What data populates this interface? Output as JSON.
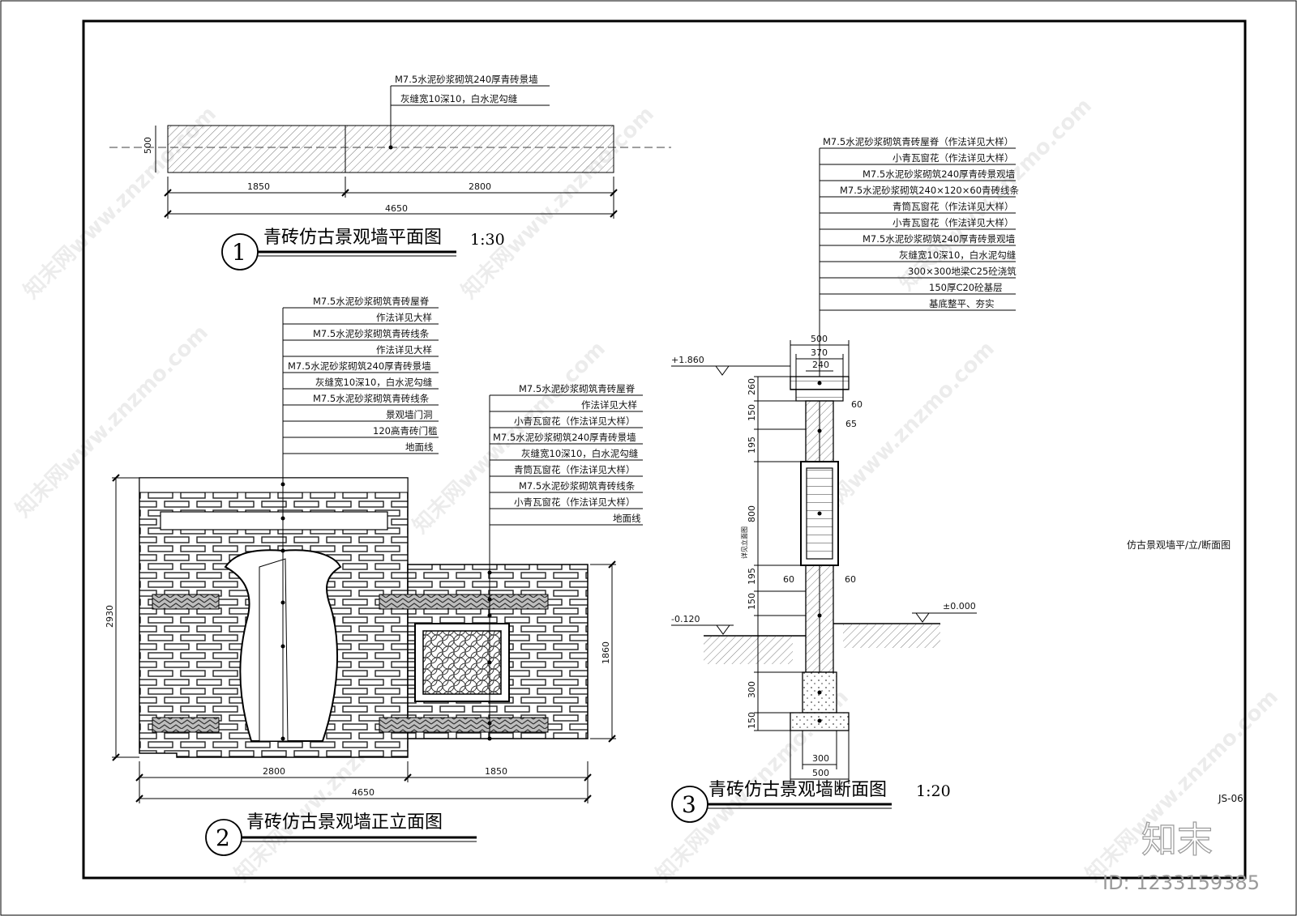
{
  "drawing": {
    "sheet_title": "仿古景观墙平/立/断面图",
    "sheet_code": "JS-06",
    "watermark_text": "知末网www.znzmo.com",
    "logo_text": "知末",
    "id_text": "ID: 1233159385"
  },
  "plan_view": {
    "number": "1",
    "title": "青砖仿古景观墙平面图",
    "scale": "1:30",
    "notes": [
      "M7.5水泥砂浆砌筑240厚青砖景墙",
      "灰缝宽10深10，白水泥勾缝"
    ],
    "dims": {
      "depth": "500",
      "left": "1850",
      "right": "2800",
      "total": "4650"
    }
  },
  "elevation_view": {
    "number": "2",
    "title": "青砖仿古景观墙正立面图",
    "notes_left": [
      "M7.5水泥砂浆砌筑青砖屋脊",
      "作法详见大样",
      "M7.5水泥砂浆砌筑青砖线条",
      "作法详见大样",
      "M7.5水泥砂浆砌筑240厚青砖景墙",
      "灰缝宽10深10，白水泥勾缝",
      "M7.5水泥砂浆砌筑青砖线条",
      "景观墙门洞",
      "120高青砖门槛",
      "地面线"
    ],
    "notes_right": [
      "M7.5水泥砂浆砌筑青砖屋脊",
      "作法详见大样",
      "小青瓦窗花（作法详见大样）",
      "M7.5水泥砂浆砌筑240厚青砖景墙",
      "灰缝宽10深10，白水泥勾缝",
      "青筒瓦窗花（作法详见大样）",
      "M7.5水泥砂浆砌筑青砖线条",
      "小青瓦窗花（作法详见大样）",
      "地面线"
    ],
    "dims": {
      "height_left": "2930",
      "height_right": "1860",
      "left": "2800",
      "right": "1850",
      "total": "4650"
    }
  },
  "section_view": {
    "number": "3",
    "title": "青砖仿古景观墙断面图",
    "scale": "1:20",
    "notes": [
      "M7.5水泥砂浆砌筑青砖屋脊（作法详见大样）",
      "小青瓦窗花（作法详见大样）",
      "M7.5水泥砂浆砌筑240厚青砖景观墙",
      "M7.5水泥砂浆砌筑240×120×60青砖线条",
      "青筒瓦窗花（作法详见大样）",
      "小青瓦窗花（作法详见大样）",
      "M7.5水泥砂浆砌筑240厚青砖景观墙",
      "灰缝宽10深10，白水泥勾缝",
      "300×300地梁C25砼浇筑",
      "150厚C20砼基层",
      "基底整平、夯实"
    ],
    "levels": {
      "top": "+1.860",
      "ground": "±0.000",
      "low": "-0.120"
    },
    "dims": {
      "w500_top": "500",
      "w370": "370",
      "w240": "240",
      "d60a": "60",
      "d65": "65",
      "d60b": "60",
      "d60c": "60",
      "h260": "260",
      "h150a": "150",
      "h195a": "195",
      "h800": "800",
      "h195b": "195",
      "h150b": "150",
      "h300": "300",
      "h150c": "150",
      "w300_bot": "300",
      "w500_bot": "500",
      "side_note": "详见立面图"
    }
  }
}
